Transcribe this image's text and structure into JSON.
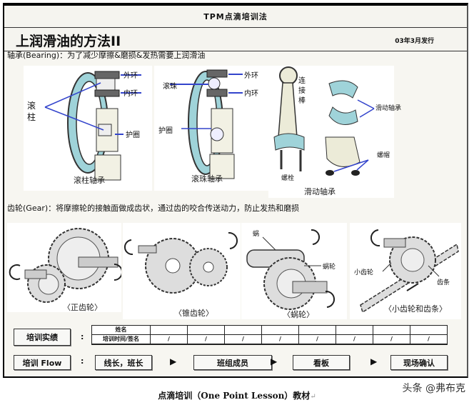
{
  "header": {
    "banner": "TPM点滴培训法",
    "title": "上润滑油的方法II",
    "issued": "03年3月发行"
  },
  "bearing": {
    "intro": "轴承(Bearing)：为了减少摩擦&磨损&发热需要上润滑油",
    "figures": [
      {
        "caption": "滚柱轴承",
        "labels": {
          "outer_ring": "外环",
          "inner_ring": "内环",
          "roller_a": "滚",
          "roller_b": "柱",
          "cage": "护圈"
        }
      },
      {
        "caption": "滚珠轴承",
        "labels": {
          "ball": "滚珠",
          "outer_ring": "外环",
          "inner_ring": "内环",
          "cage": "护圈"
        }
      },
      {
        "caption": "滑动轴承",
        "labels": {
          "rod_1": "连",
          "rod_2": "接",
          "rod_3": "棒",
          "bolt": "螺栓",
          "sliding_bearing": "滑动轴承",
          "nut": "螺帽"
        }
      }
    ]
  },
  "gear": {
    "intro": "齿轮(Gear)：将摩擦轮的接触面做成齿状，通过齿的咬合传送动力，防止发热和磨损",
    "figures": [
      {
        "caption": "〈正齿轮〉"
      },
      {
        "caption": "〈锥齿轮〉"
      },
      {
        "caption": "〈蜗轮〉",
        "labels": {
          "worm": "蜗",
          "worm_wheel": "蜗轮"
        }
      },
      {
        "caption": "〈小齿轮和齿条〉",
        "labels": {
          "pinion": "小齿轮",
          "rack": "齿条"
        }
      }
    ]
  },
  "training": {
    "record_label": "培训实绩",
    "flow_label": "培训 Flow",
    "colon": ":",
    "grid": {
      "row_headers": [
        "姓名",
        "培训时间/签名"
      ],
      "slot_count": 8,
      "slot_mark": "/"
    },
    "flow_steps": [
      "线长，班长",
      "班组成员",
      "看板",
      "现场确认"
    ],
    "flow_arrow": "▶"
  },
  "footer": {
    "text": "点滴培训（One Point Lesson）教材",
    "return_mark": "↵",
    "watermark": "头条 @弗布克"
  }
}
